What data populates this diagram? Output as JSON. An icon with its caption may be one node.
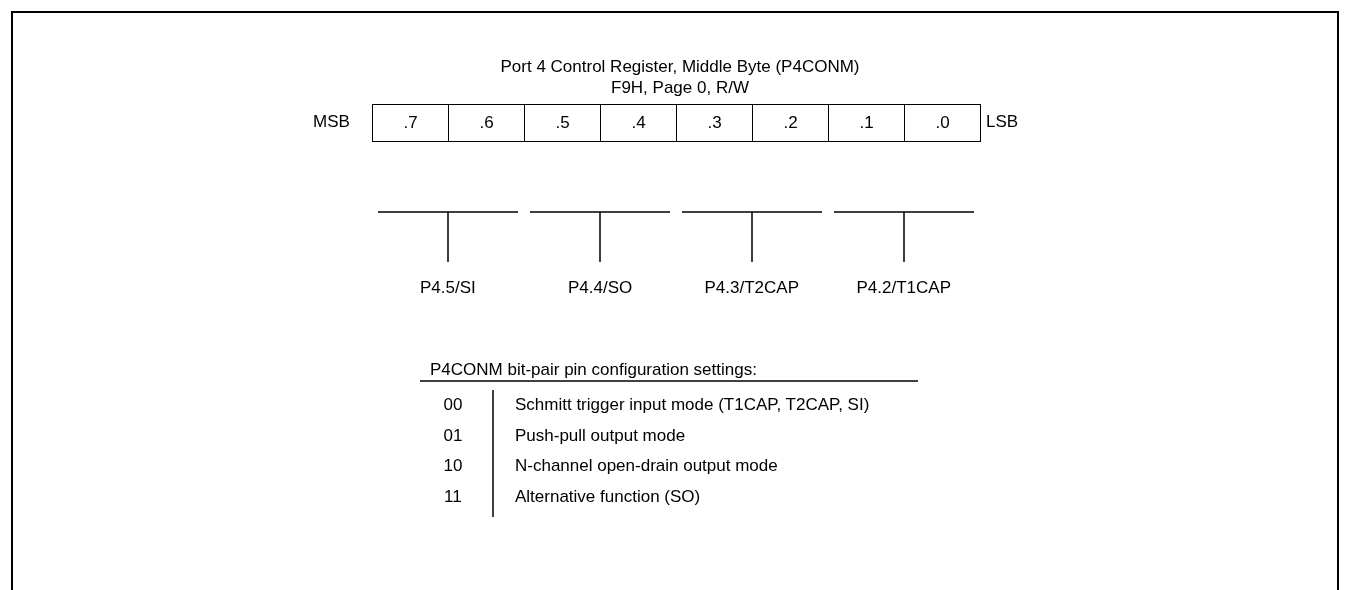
{
  "diagram": {
    "title": "Port 4 Control Register, Middle Byte (P4CONM)",
    "labels": [
      "F9H, Page 0, R/W",
      "MSB",
      ".7",
      ".6",
      ".5",
      ".4",
      ".3",
      ".2",
      ".1",
      ".0",
      "LSB",
      "P4.5/SI",
      "P4.4/SO",
      "P4.3/T2CAP",
      "P4.2/T1CAP",
      "P4CONM bit-pair pin configuration settings:",
      "00",
      "Schmitt trigger input mode (T1CAP, T2CAP, SI)",
      "01",
      "Push-pull output mode",
      "10",
      "N-channel open-drain output mode",
      "11",
      "Alternative function (SO)"
    ]
  }
}
